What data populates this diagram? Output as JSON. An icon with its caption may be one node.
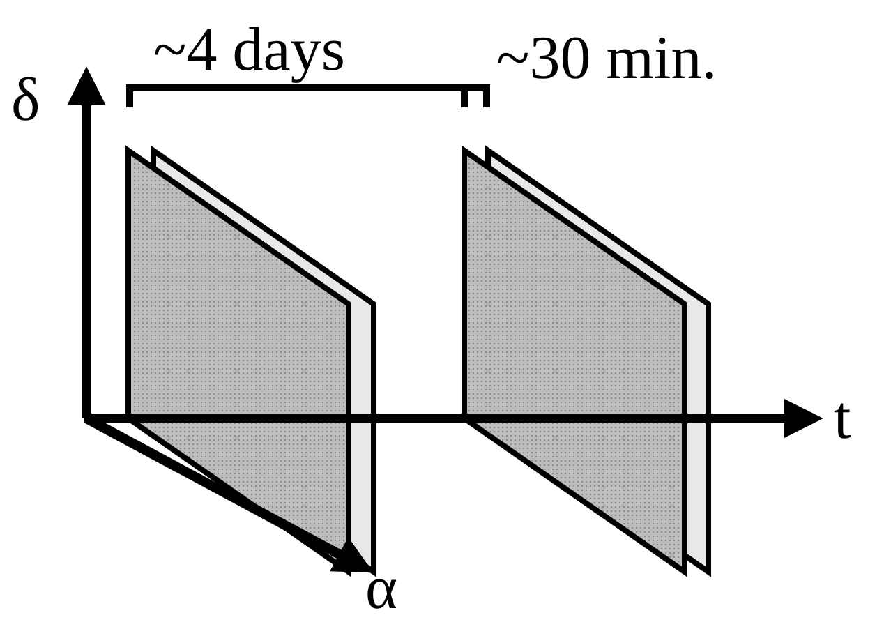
{
  "diagram": {
    "labels": [
      "δ",
      "~4 days",
      "~30 min.",
      "t",
      "α"
    ]
  }
}
